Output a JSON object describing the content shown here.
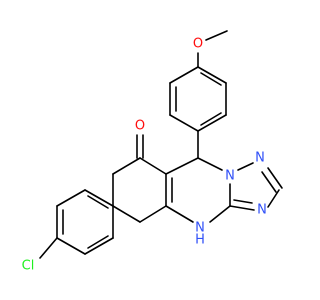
{
  "molecule": {
    "atoms": {
      "oxygen_ether": {
        "text": "O",
        "color": "#ff0d0d"
      },
      "oxygen_ketone": {
        "text": "O",
        "color": "#ff0d0d"
      },
      "nitrogen_n1": {
        "text": "N",
        "color": "#3050f8"
      },
      "nitrogen_n2": {
        "text": "N",
        "color": "#3050f8"
      },
      "nitrogen_n3": {
        "text": "N",
        "color": "#3050f8"
      },
      "nitrogen_nh": {
        "text": "N",
        "color": "#3050f8"
      },
      "hydrogen_nh": {
        "text": "H",
        "color": "#3050f8"
      },
      "chlorine": {
        "text": "Cl",
        "color": "#1ff01f"
      }
    }
  }
}
